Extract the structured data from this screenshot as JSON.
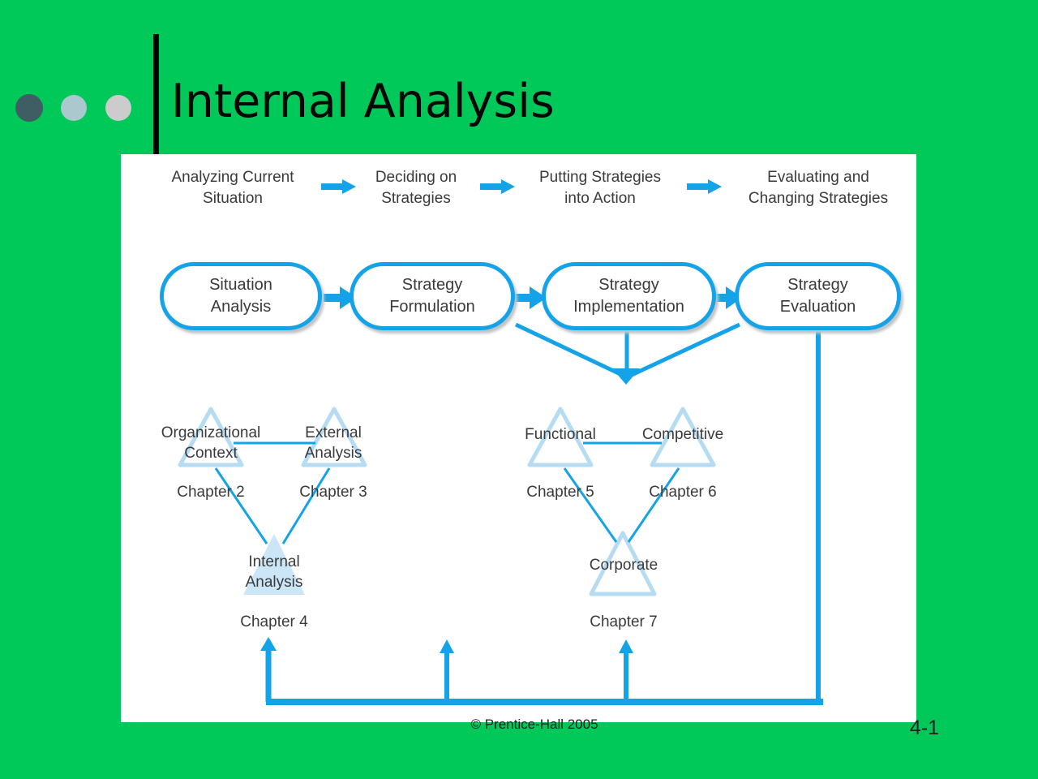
{
  "slide": {
    "title": "Internal Analysis",
    "copyright": "© Prentice-Hall 2005",
    "page_number": "4-1"
  },
  "process_labels": [
    {
      "line1": "Analyzing Current",
      "line2": "Situation"
    },
    {
      "line1": "Deciding on",
      "line2": "Strategies"
    },
    {
      "line1": "Putting Strategies",
      "line2": "into Action"
    },
    {
      "line1": "Evaluating and",
      "line2": "Changing Strategies"
    }
  ],
  "stages": [
    {
      "line1": "Situation",
      "line2": "Analysis"
    },
    {
      "line1": "Strategy",
      "line2": "Formulation"
    },
    {
      "line1": "Strategy",
      "line2": "Implementation"
    },
    {
      "line1": "Strategy",
      "line2": "Evaluation"
    }
  ],
  "left_cluster": {
    "node1": {
      "line1": "Organizational",
      "line2": "Context",
      "chapter": "Chapter 2"
    },
    "node2": {
      "line1": "External",
      "line2": "Analysis",
      "chapter": "Chapter 3"
    },
    "center": {
      "line1": "Internal",
      "line2": "Analysis",
      "chapter": "Chapter 4"
    }
  },
  "right_cluster": {
    "node1": {
      "label": "Functional",
      "chapter": "Chapter 5"
    },
    "node2": {
      "label": "Competitive",
      "chapter": "Chapter 6"
    },
    "center": {
      "label": "Corporate",
      "chapter": "Chapter 7"
    }
  },
  "colors": {
    "background_green": "#00C859",
    "diagram_blue": "#14A3E8",
    "triangle_outline": "#B6DCF4",
    "triangle_fill": "#CBE6F7",
    "bullet_dark": "#3E5E63",
    "bullet_blue": "#AAC8CE",
    "bullet_gray": "#CCCCCC"
  }
}
